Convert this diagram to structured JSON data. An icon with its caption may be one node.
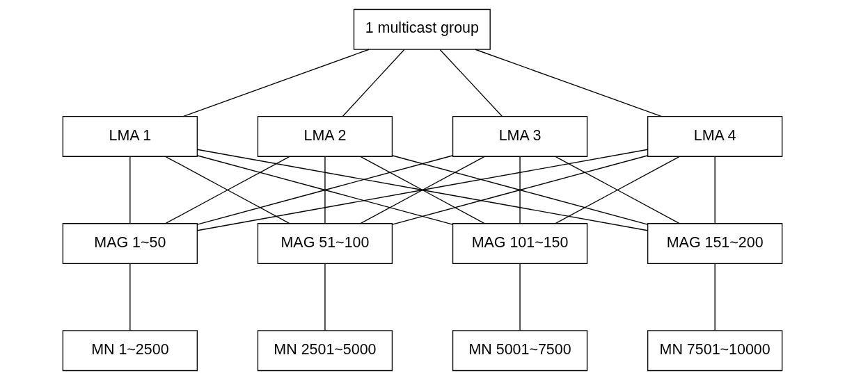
{
  "diagram": {
    "nodes": [
      {
        "text": [
          "1 multicast group"
        ]
      },
      {
        "text": [
          "LMA 1"
        ]
      },
      {
        "text": [
          "LMA 2"
        ]
      },
      {
        "text": [
          "LMA 3"
        ]
      },
      {
        "text": [
          "LMA 4"
        ]
      },
      {
        "text": [
          "MAG 1~50"
        ]
      },
      {
        "text": [
          "MAG 51~100"
        ]
      },
      {
        "text": [
          "MAG 101~150"
        ]
      },
      {
        "text": [
          "MAG 151~200"
        ]
      },
      {
        "text": [
          "MN 1~2500"
        ]
      },
      {
        "text": [
          "MN 2501~5000"
        ]
      },
      {
        "text": [
          "MN 5001~7500"
        ]
      },
      {
        "text": [
          "MN 7501~10000"
        ]
      }
    ],
    "edges": [
      {
        "from": 0,
        "to": 1,
        "arrow": "none"
      },
      {
        "from": 0,
        "to": 2,
        "arrow": "none"
      },
      {
        "from": 0,
        "to": 3,
        "arrow": "none"
      },
      {
        "from": 0,
        "to": 4,
        "arrow": "none"
      },
      {
        "from": 1,
        "to": 5,
        "arrow": "none"
      },
      {
        "from": 1,
        "to": 6,
        "arrow": "none"
      },
      {
        "from": 1,
        "to": 7,
        "arrow": "none"
      },
      {
        "from": 1,
        "to": 8,
        "arrow": "none"
      },
      {
        "from": 2,
        "to": 5,
        "arrow": "none"
      },
      {
        "from": 2,
        "to": 6,
        "arrow": "none"
      },
      {
        "from": 2,
        "to": 7,
        "arrow": "none"
      },
      {
        "from": 2,
        "to": 8,
        "arrow": "none"
      },
      {
        "from": 3,
        "to": 5,
        "arrow": "none"
      },
      {
        "from": 3,
        "to": 6,
        "arrow": "none"
      },
      {
        "from": 3,
        "to": 7,
        "arrow": "none"
      },
      {
        "from": 3,
        "to": 8,
        "arrow": "none"
      },
      {
        "from": 4,
        "to": 5,
        "arrow": "none"
      },
      {
        "from": 4,
        "to": 6,
        "arrow": "none"
      },
      {
        "from": 4,
        "to": 7,
        "arrow": "none"
      },
      {
        "from": 4,
        "to": 8,
        "arrow": "none"
      },
      {
        "from": 5,
        "to": 9,
        "arrow": "none"
      },
      {
        "from": 6,
        "to": 10,
        "arrow": "none"
      },
      {
        "from": 7,
        "to": 11,
        "arrow": "none"
      },
      {
        "from": 8,
        "to": 12,
        "arrow": "none"
      }
    ]
  }
}
